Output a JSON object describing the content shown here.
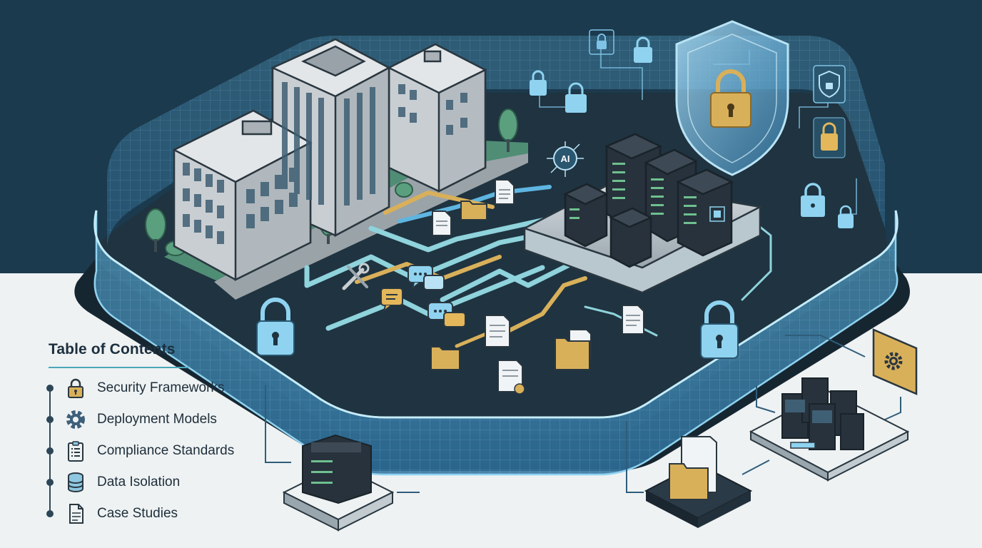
{
  "toc": {
    "title": "Table of Contents",
    "items": [
      {
        "label": "Security Frameworks",
        "icon": "padlock-icon"
      },
      {
        "label": "Deployment Models",
        "icon": "gear-icon"
      },
      {
        "label": "Compliance Standards",
        "icon": "clipboard-checklist-icon"
      },
      {
        "label": "Data Isolation",
        "icon": "database-icon"
      },
      {
        "label": "Case Studies",
        "icon": "document-icon"
      }
    ]
  },
  "diagram": {
    "ai_label": "AI"
  },
  "colors": {
    "top_background": "#1c3a4d",
    "bottom_background": "#eef2f3",
    "platform": "#1f3340",
    "glass_wall": "#3d8fc4",
    "accent_teal": "#8fd3dc",
    "accent_gold": "#d9b05a",
    "building": "#c9ced2",
    "server": "#27323c"
  }
}
